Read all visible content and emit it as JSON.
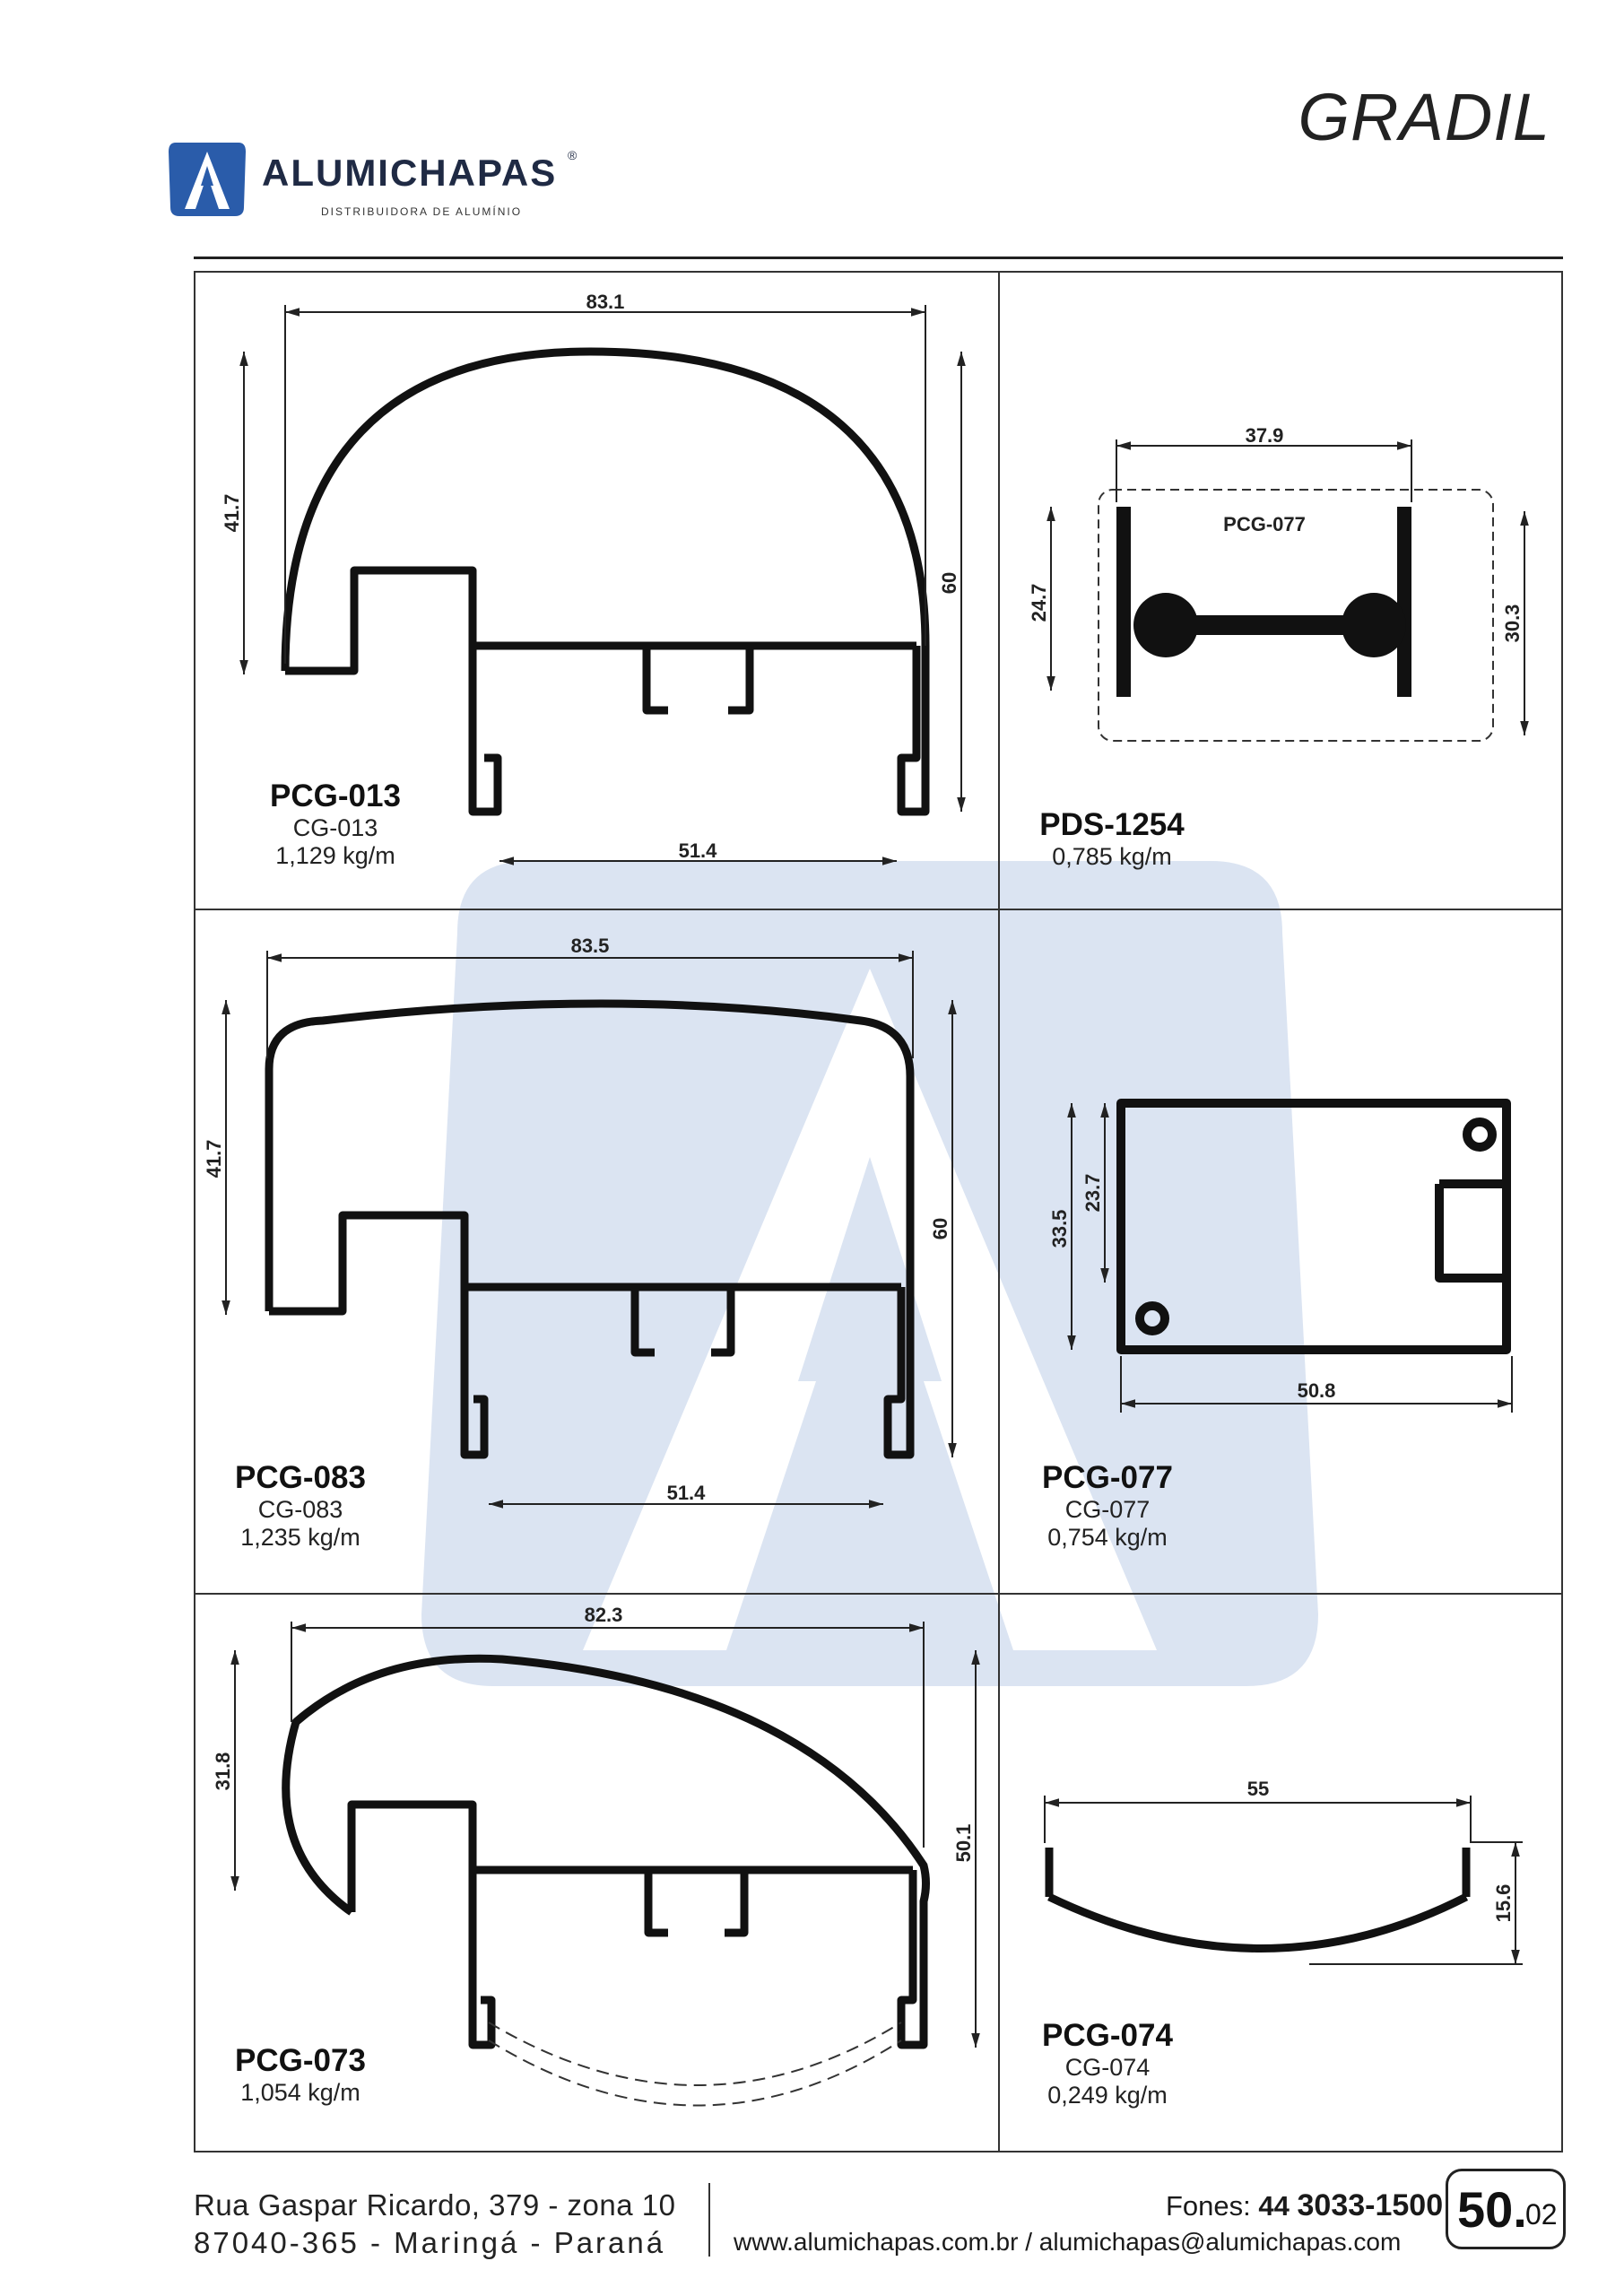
{
  "header": {
    "title": "GRADIL",
    "brand": "ALUMICHAPAS",
    "brand_reg": "®",
    "tagline": "DISTRIBUIDORA DE ALUMÍNIO",
    "brand_color": "#2a5caa"
  },
  "profiles": [
    {
      "code": "PCG-013",
      "ref": "CG-013",
      "weight": "1,129 kg/m",
      "dims": {
        "width": "83.1",
        "height": "60",
        "left_height": "41.7",
        "inner_width": "51.4"
      }
    },
    {
      "code": "PDS-1254",
      "ref": "",
      "weight": "0,785 kg/m",
      "dims": {
        "width": "37.9",
        "left_height": "24.7",
        "right_height": "30.3",
        "inner_label": "PCG-077"
      }
    },
    {
      "code": "PCG-083",
      "ref": "CG-083",
      "weight": "1,235 kg/m",
      "dims": {
        "width": "83.5",
        "height": "60",
        "left_height": "41.7",
        "inner_width": "51.4"
      }
    },
    {
      "code": "PCG-077",
      "ref": "CG-077",
      "weight": "0,754 kg/m",
      "dims": {
        "width": "50.8",
        "height": "33.5",
        "inner_height": "23.7"
      }
    },
    {
      "code": "PCG-073",
      "ref": "",
      "weight": "1,054 kg/m",
      "dims": {
        "width": "82.3",
        "height": "50.1",
        "left_height": "31.8"
      }
    },
    {
      "code": "PCG-074",
      "ref": "CG-074",
      "weight": "0,249 kg/m",
      "dims": {
        "width": "55",
        "height": "15.6"
      }
    }
  ],
  "footer": {
    "address_line1": "Rua Gaspar Ricardo, 379 - zona 10",
    "address_line2": "87040-365  -  Maringá  -  Paraná",
    "phone_label": "Fones:",
    "phone_area": "44",
    "phone_number": "3033-1500",
    "web": "www.alumichapas.com.br / alumichapas@alumichapas.com",
    "page_number": "50.",
    "page_sub": "02"
  }
}
